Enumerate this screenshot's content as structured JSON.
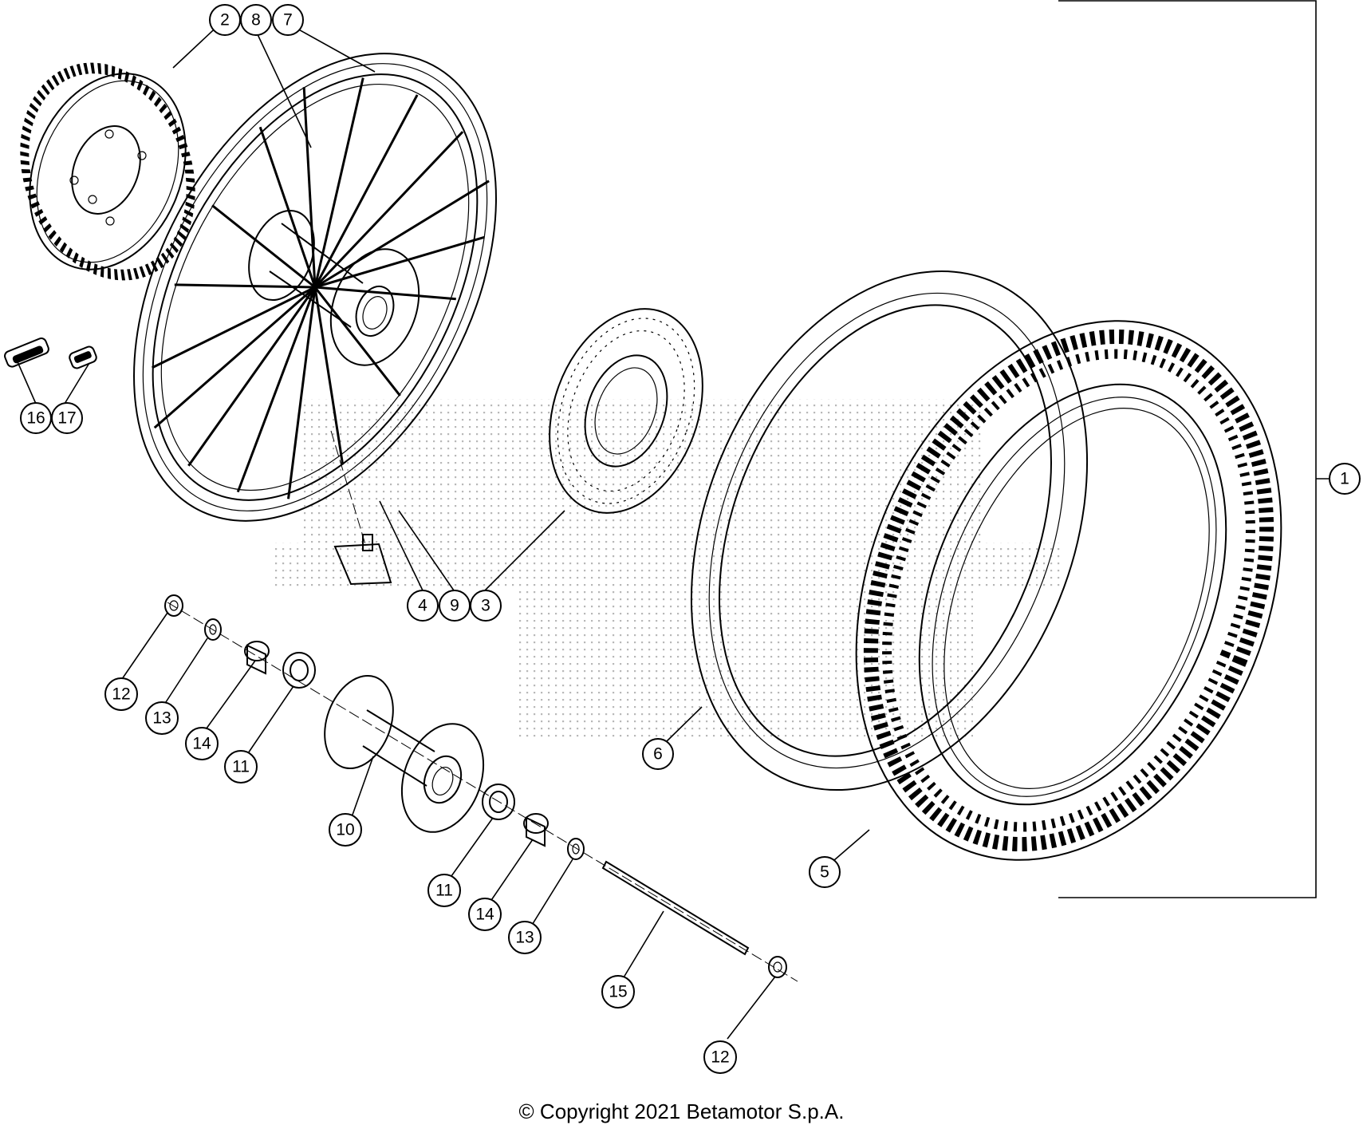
{
  "callouts": [
    {
      "label": "1"
    },
    {
      "label": "2"
    },
    {
      "label": "3"
    },
    {
      "label": "4"
    },
    {
      "label": "5"
    },
    {
      "label": "6"
    },
    {
      "label": "7"
    },
    {
      "label": "8"
    },
    {
      "label": "9"
    },
    {
      "label": "10"
    },
    {
      "label": "11"
    },
    {
      "label": "11"
    },
    {
      "label": "12"
    },
    {
      "label": "12"
    },
    {
      "label": "13"
    },
    {
      "label": "13"
    },
    {
      "label": "14"
    },
    {
      "label": "14"
    },
    {
      "label": "15"
    },
    {
      "label": "16"
    },
    {
      "label": "17"
    }
  ],
  "footer": {
    "copyright": "© Copyright 2021 Betamotor S.p.A."
  }
}
